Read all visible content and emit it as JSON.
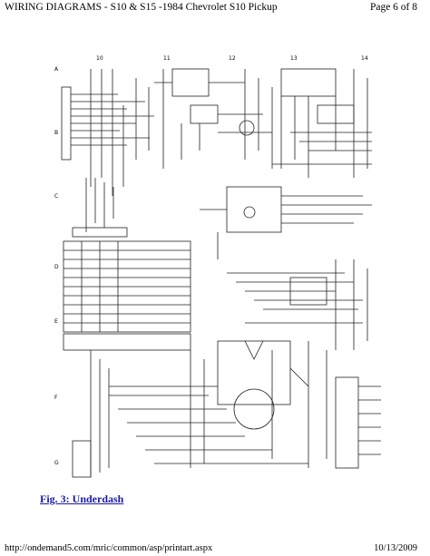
{
  "header": {
    "title": "WIRING DIAGRAMS - S10 & S15 -1984 Chevrolet S10 Pickup",
    "page": "Page 6 of 8"
  },
  "diagram": {
    "row_labels": [
      "A",
      "B",
      "C",
      "D",
      "E",
      "F",
      "G"
    ],
    "col_labels": [
      "10",
      "11",
      "12",
      "13",
      "14"
    ]
  },
  "caption": "Fig. 3: Underdash",
  "footer": {
    "url": "http://ondemand5.com/mric/common/asp/printart.aspx",
    "date": "10/13/2009"
  }
}
